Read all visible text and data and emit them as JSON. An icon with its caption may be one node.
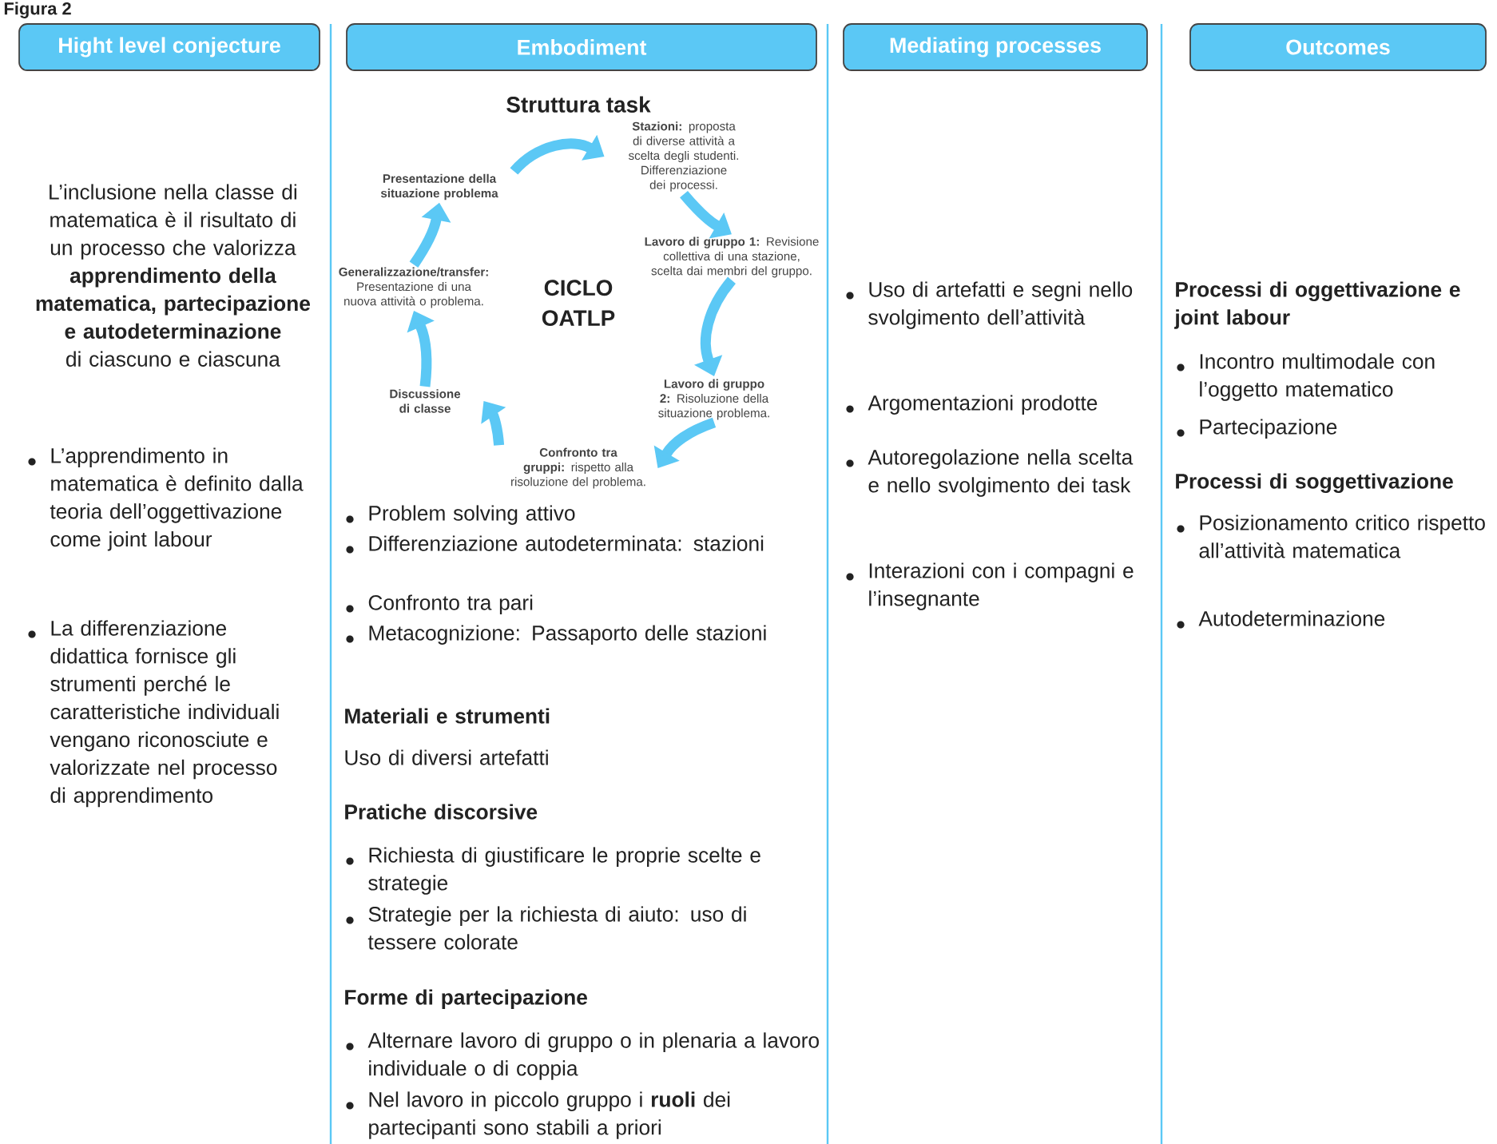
{
  "diagram": {
    "title": "Figura 2",
    "nodes": [
      {
        "text": [
          "Hight level conjecture"
        ]
      },
      {
        "text": [
          "Embodiment"
        ]
      },
      {
        "text": [
          "Mediating processes"
        ]
      },
      {
        "text": [
          "Outcomes"
        ]
      },
      {
        "text": [
          "**Stazioni:** proposta di diverse attività a scelta degli studenti. Differenziazione dei processi."
        ]
      },
      {
        "text": [
          "**Lavoro di gruppo 1:** Revisione collettiva di una stazione, scelta dai membri del gruppo."
        ]
      },
      {
        "text": [
          "**Lavoro di gruppo 2:** Risoluzione della situazione problema."
        ]
      },
      {
        "text": [
          "**Confronto tra gruppi:** rispetto alla risoluzione del problema."
        ]
      },
      {
        "text": [
          "Discussione di classe"
        ]
      },
      {
        "text": [
          "**Generalizzazione/transfer:** Presentazione di una nuova attività o problema."
        ]
      },
      {
        "text": [
          "Presentazione della situazione problema"
        ]
      }
    ],
    "edges": [
      {
        "from": 10,
        "to": 4,
        "arrow": "to"
      },
      {
        "from": 4,
        "to": 5,
        "arrow": "to"
      },
      {
        "from": 5,
        "to": 6,
        "arrow": "to"
      },
      {
        "from": 6,
        "to": 7,
        "arrow": "to"
      },
      {
        "from": 7,
        "to": 8,
        "arrow": "to"
      },
      {
        "from": 8,
        "to": 9,
        "arrow": "to"
      },
      {
        "from": 9,
        "to": 10,
        "arrow": "to"
      }
    ],
    "labels": [
      "Struttura task",
      "CICLO OATLP",
      "L’inclusione nella classe di matematica è il risultato di un processo che valorizza **apprendimento della matematica, partecipazione e autodeterminazione** di ciascuno e ciascuna",
      "L’apprendimento in matematica è definito dalla teoria dell’oggettivazione come joint labour",
      "La differenziazione didattica fornisce gli strumenti perché le caratteristiche individuali vengano riconosciute e valorizzate nel processo di apprendimento",
      "Problem solving attivo",
      "Differenziazione autodeterminata: stazioni",
      "Confronto tra pari",
      "Metacognizione: Passaporto delle stazioni",
      "Materiali e strumenti",
      "Uso di diversi artefatti",
      "Pratiche discorsive",
      "Richiesta di giustificare le proprie scelte e strategie",
      "Strategie per la richiesta di aiuto: uso di tessere colorate",
      "Forme di partecipazione",
      "Alternare lavoro di gruppo o in plenaria a lavoro individuale o di coppia",
      "Nel lavoro in piccolo gruppo i **ruoli** dei partecipanti sono stabili a priori",
      "Uso di artefatti e segni nello svolgimento dell’attività",
      "Argomentazioni prodotte",
      "Autoregolazione nella scelta e nello svolgimento dei task",
      "Interazioni con i compagni e l’insegnante",
      "Processi di oggettivazione e joint labour",
      "Incontro multimodale con l’oggetto matematico",
      "Partecipazione",
      "Processi di soggettivazione",
      "Posizionamento critico rispetto all’attività matematica",
      "Autodeterminazione"
    ]
  }
}
